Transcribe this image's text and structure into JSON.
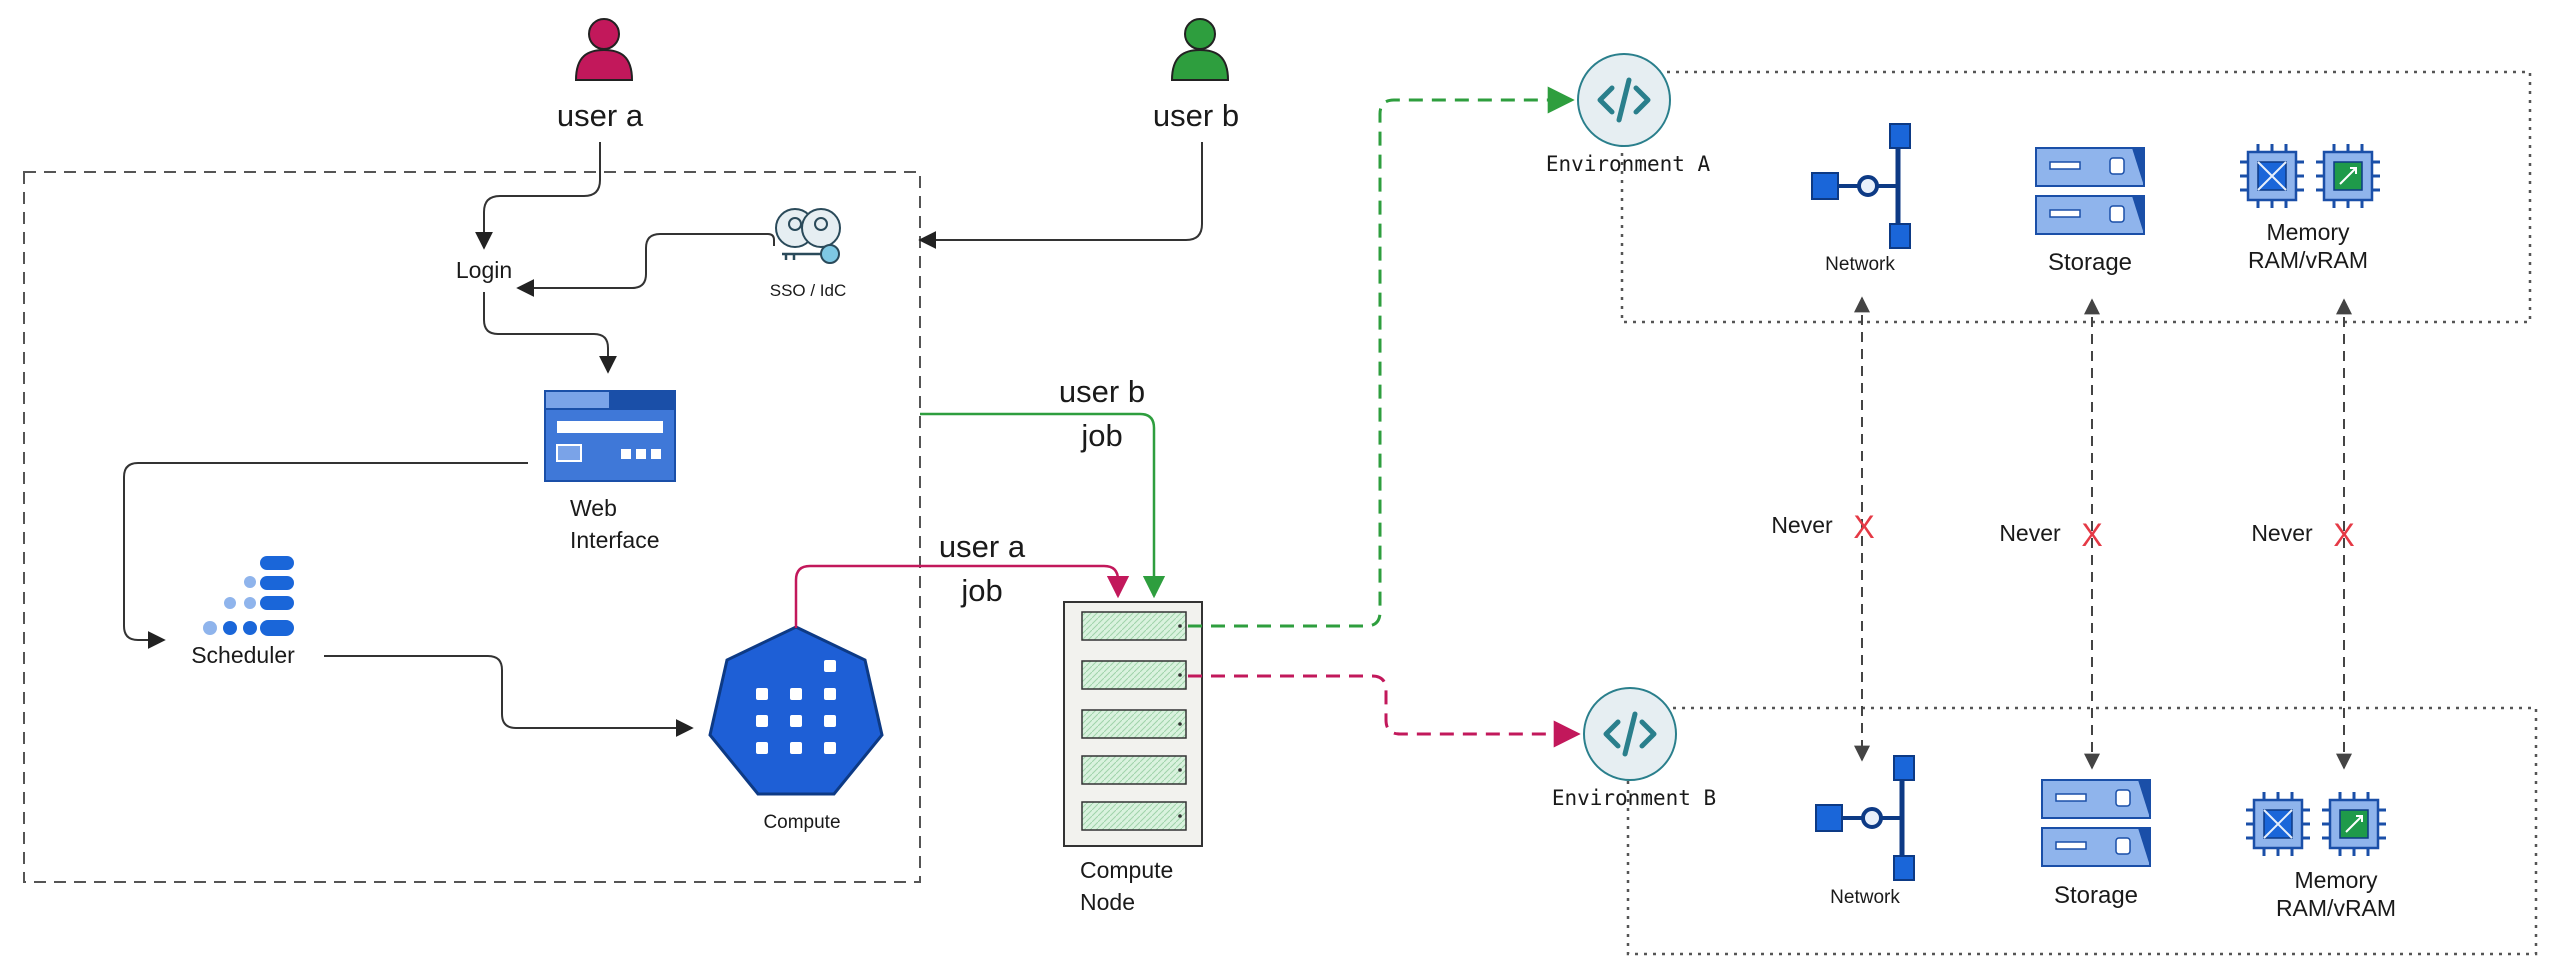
{
  "users": {
    "a": {
      "label": "user a",
      "color": "#c2185b"
    },
    "b": {
      "label": "user b",
      "color": "#2e9e3e"
    }
  },
  "portal": {
    "login": "Login",
    "sso": "SSO / IdC",
    "web_interface_line1": "Web",
    "web_interface_line2": "Interface",
    "scheduler": "Scheduler",
    "compute": "Compute"
  },
  "jobs": {
    "user_b_line1": "user b",
    "user_b_line2": "job",
    "user_a_line1": "user a",
    "user_a_line2": "job"
  },
  "compute_node": {
    "line1": "Compute",
    "line2": "Node"
  },
  "environments": [
    {
      "title": "Environment A",
      "network": "Network",
      "storage": "Storage",
      "memory_line1": "Memory",
      "memory_line2": "RAM/vRAM"
    },
    {
      "title": "Environment B",
      "network": "Network",
      "storage": "Storage",
      "memory_line1": "Memory",
      "memory_line2": "RAM/vRAM"
    }
  ],
  "isolation": {
    "label": "Never",
    "mark": "X",
    "mark_color": "#e53945"
  },
  "colors": {
    "accent_blue": "#1a66d9",
    "light_blue": "#8fb4ec",
    "env_icon_fill": "#e6eef2",
    "env_icon_stroke": "#2a7f8c"
  }
}
